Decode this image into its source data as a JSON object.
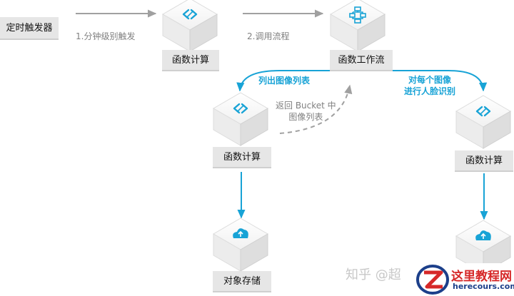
{
  "nodes": {
    "trigger": {
      "label": "定时触发器"
    },
    "fc_top": {
      "label": "函数计算",
      "icon": "function-compute-icon"
    },
    "workflow": {
      "label": "函数工作流",
      "icon": "workflow-icon"
    },
    "fc_left": {
      "label": "函数计算",
      "icon": "function-compute-icon"
    },
    "fc_right": {
      "label": "函数计算",
      "icon": "function-compute-icon"
    },
    "oss_left": {
      "label": "对象存储",
      "icon": "object-storage-icon"
    },
    "oss_right": {
      "icon": "object-storage-icon"
    }
  },
  "edges": {
    "e1": {
      "label": "1.分钟级别触发"
    },
    "e2": {
      "label": "2.调用流程"
    },
    "e3": {
      "label": "列出图像列表"
    },
    "e4": {
      "line1": "返回 Bucket 中",
      "line2": "图像列表"
    },
    "e5": {
      "line1": "对每个图像",
      "line2": "进行人脸识别"
    }
  },
  "watermark": {
    "zhihu": "知乎 @超",
    "site_title": "这里教程网",
    "site_url": "herecours.com"
  },
  "colors": {
    "accent": "#18a3d6",
    "arrow_gray": "#a0a0a0",
    "label_bg": "#e6e6e6"
  }
}
